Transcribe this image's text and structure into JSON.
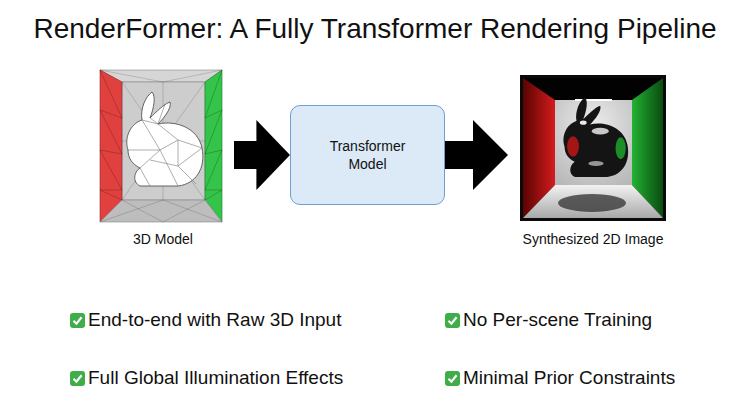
{
  "diagram": {
    "title": "RenderFormer: A Fully Transformer Rendering Pipeline",
    "nodes": [
      {
        "text": [
          "3D Model"
        ]
      },
      {
        "text": [
          "Transformer Model"
        ]
      },
      {
        "text": [
          "Synthesized 2D Image"
        ]
      }
    ],
    "edges": [
      {
        "from": 0,
        "to": 1,
        "arrow": "to"
      },
      {
        "from": 1,
        "to": 2,
        "arrow": "to"
      }
    ],
    "labels": [
      "End-to-end with Raw 3D Input",
      "No Per-scene Training",
      "Full Global Illumination Effects",
      "Minimal Prior Constraints"
    ]
  }
}
